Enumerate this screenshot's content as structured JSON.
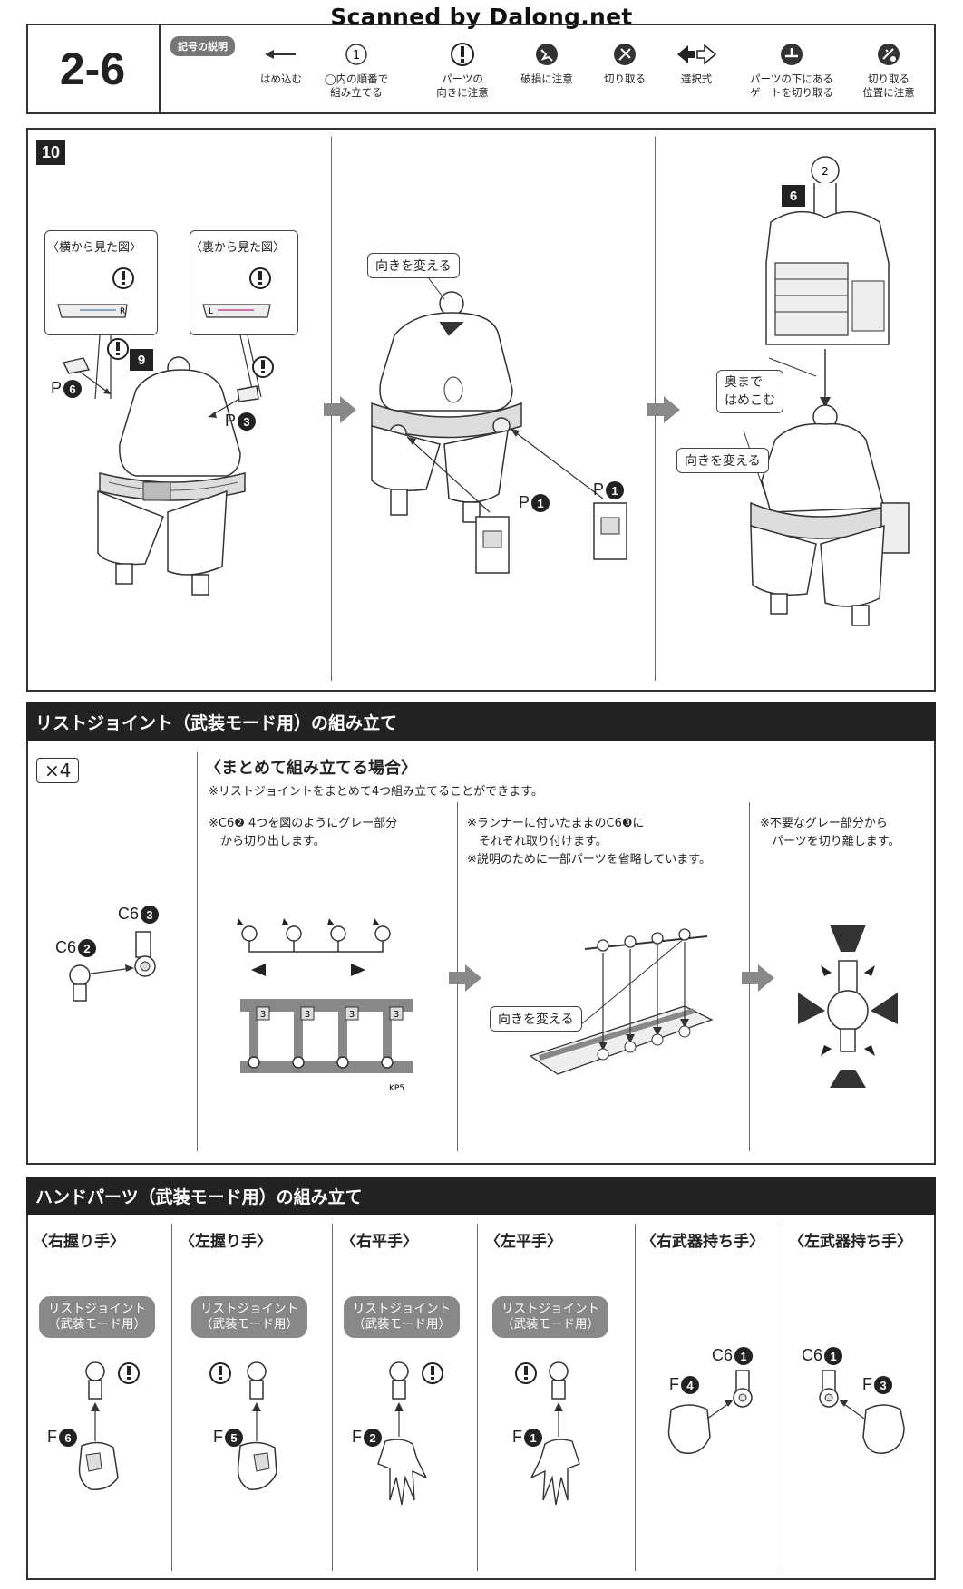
{
  "watermark": "Scanned by Dalong.net",
  "header": {
    "step_number": "2-6",
    "legend_title": "記号の説明",
    "legend": [
      {
        "icon": "arrow-left-icon",
        "label": "はめ込む"
      },
      {
        "icon": "circled-number-icon",
        "icon_text": "1",
        "label": "◯内の順番で\n組み立てる"
      },
      {
        "icon": "exclamation-icon",
        "label": "パーツの\n向きに注意"
      },
      {
        "icon": "breakage-warning-icon",
        "label": "破損に注意"
      },
      {
        "icon": "cut-icon",
        "label": "切り取る"
      },
      {
        "icon": "choice-arrows-icon",
        "label": "選択式"
      },
      {
        "icon": "gate-cut-icon",
        "label": "パーツの下にある\nゲートを切り取る"
      },
      {
        "icon": "cut-position-icon",
        "label": "切り取る\n位置に注意"
      }
    ]
  },
  "step10": {
    "badge": "10",
    "sub_badge_9": "9",
    "sub_badge_6": "6",
    "side_view_label": "〈横から見た図〉",
    "back_view_label": "〈裏から見た図〉",
    "side_view_mark": "R",
    "back_view_mark": "L",
    "part_p6": "P",
    "part_p6_num": "6",
    "part_p3": "P",
    "part_p3_num": "3",
    "part_p1_left": "P",
    "part_p1_left_num": "1",
    "part_p1_right": "P",
    "part_p1_right_num": "1",
    "callout_turn_1": "向きを変える",
    "callout_push": "奥まで\nはめこむ",
    "callout_turn_2": "向きを変える",
    "head_mark": "2"
  },
  "wrist": {
    "title": "リストジョイント（武装モード用）の組み立て",
    "times": "×4",
    "subtitle": "〈まとめて組み立てる場合〉",
    "subnote": "※リストジョイントをまとめて4つ組み立てることができます。",
    "part_c6_3": "C6",
    "part_c6_3_num": "3",
    "part_c6_2": "C6",
    "part_c6_2_num": "2",
    "note1": "※C6❷ 4つを図のようにグレー部分\n　から切り出します。",
    "note2": "※ランナーに付いたままのC6❸に\n　それぞれ取り付けます。\n※説明のために一部パーツを省略しています。",
    "note3": "※不要なグレー部分から\n　パーツを切り離します。",
    "runner_num": "3",
    "runner_tag": "KP5",
    "callout_turn": "向きを変える"
  },
  "hand": {
    "title": "ハンドパーツ（武装モード用）の組み立て",
    "pill_text": "リストジョイント\n（武装モード用）",
    "columns": [
      {
        "title": "〈右握り手〉",
        "part": "F",
        "num": "6"
      },
      {
        "title": "〈左握り手〉",
        "part": "F",
        "num": "5"
      },
      {
        "title": "〈右平手〉",
        "part": "F",
        "num": "2"
      },
      {
        "title": "〈左平手〉",
        "part": "F",
        "num": "1"
      },
      {
        "title": "〈右武器持ち手〉",
        "part": "F",
        "num": "4",
        "c_part": "C6",
        "c_num": "1"
      },
      {
        "title": "〈左武器持ち手〉",
        "part": "F",
        "num": "3",
        "c_part": "C6",
        "c_num": "1"
      }
    ]
  }
}
